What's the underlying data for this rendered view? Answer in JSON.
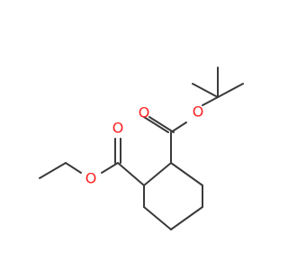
{
  "molecule": {
    "atoms": [
      {
        "id": "o-carbonyl-left",
        "element": "O",
        "label": "O"
      },
      {
        "id": "o-ester-left",
        "element": "O",
        "label": "O"
      },
      {
        "id": "o-carbonyl-right",
        "element": "O",
        "label": "O"
      },
      {
        "id": "o-ester-right",
        "element": "O",
        "label": "O"
      }
    ],
    "colors": {
      "bond": "#3a3a3a",
      "oxygen": "#ff1f1f",
      "background": "#ffffff"
    }
  }
}
